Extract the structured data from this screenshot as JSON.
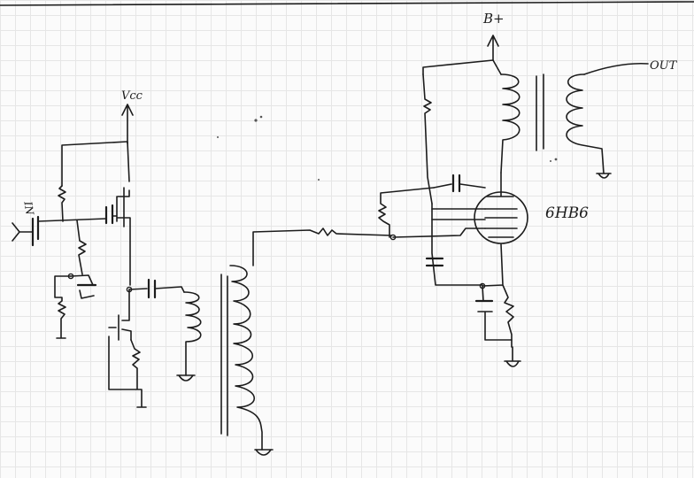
{
  "labels": {
    "input": "IN",
    "vcc": "Vcc",
    "bplus": "B+",
    "tube": "6HB6",
    "output": "OUT"
  }
}
